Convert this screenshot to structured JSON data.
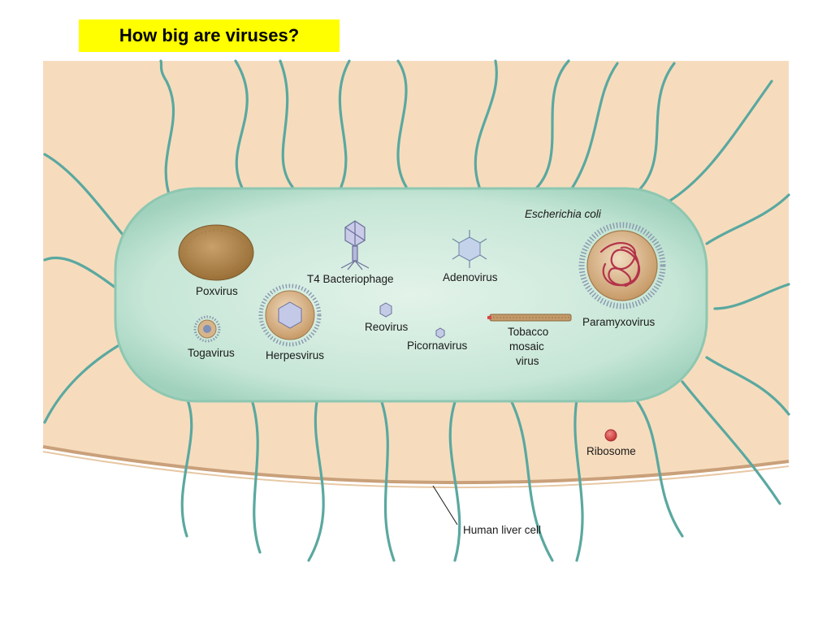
{
  "title": "How big are viruses?",
  "labels": {
    "ecoli": "Escherichia coli",
    "poxvirus": "Poxvirus",
    "t4": "T4 Bacteriophage",
    "adenovirus": "Adenovirus",
    "togavirus": "Togavirus",
    "herpesvirus": "Herpesvirus",
    "reovirus": "Reovirus",
    "picornavirus": "Picornavirus",
    "tmv_line1": "Tobacco",
    "tmv_line2": "mosaic",
    "tmv_line3": "virus",
    "paramyxovirus": "Paramyxovirus",
    "ribosome": "Ribosome",
    "liver": "Human liver cell"
  },
  "colors": {
    "title_bg": "#ffff00",
    "liver_cell": "#f6dcbd",
    "bacterium": "#cfe9dc",
    "flagella": "#5aa8a0",
    "poxvirus": "#b58a4c",
    "ribosome": "#d8464a"
  }
}
